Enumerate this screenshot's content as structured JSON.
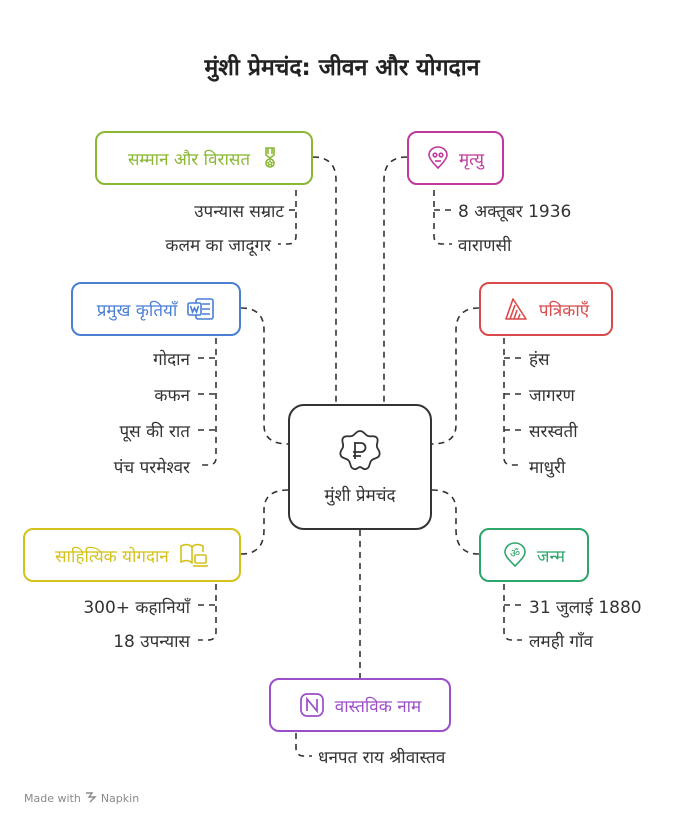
{
  "title": "मुंशी प्रेमचंद: जीवन और योगदान",
  "center": {
    "label": "मुंशी प्रेमचंद",
    "icon": "rupee-flower-icon"
  },
  "colors": {
    "green": "#8ab833",
    "magenta": "#c0399c",
    "blue": "#4a7fd4",
    "red": "#d94b4b",
    "yellow": "#d4c21a",
    "teal": "#2ea66a",
    "purple": "#9b4fc9",
    "line": "#333333"
  },
  "topics": {
    "samman": {
      "label": "सम्मान और विरासत",
      "icon": "medal-icon",
      "items": [
        "उपन्यास सम्राट",
        "कलम का जादूगर"
      ]
    },
    "mrityu": {
      "label": "मृत्यु",
      "icon": "skull-pin-icon",
      "items": [
        "8 अक्तूबर 1936",
        "वाराणसी"
      ]
    },
    "kritiyan": {
      "label": "प्रमुख कृतियाँ",
      "icon": "word-document-icon",
      "items": [
        "गोदान",
        "कफन",
        "पूस की रात",
        "पंच परमेश्वर"
      ]
    },
    "patrikayen": {
      "label": "पत्रिकाएँ",
      "icon": "striped-triangle-icon",
      "items": [
        "हंस",
        "जागरण",
        "सरस्वती",
        "माधुरी"
      ]
    },
    "yogdan": {
      "label": "साहित्यिक योगदान",
      "icon": "book-laptop-icon",
      "items": [
        "300+ कहानियाँ",
        "18 उपन्यास"
      ]
    },
    "janm": {
      "label": "जन्म",
      "icon": "om-pin-icon",
      "items": [
        "31 जुलाई 1880",
        "लमही गाँव"
      ]
    },
    "naam": {
      "label": "वास्तविक नाम",
      "icon": "letter-n-icon",
      "items": [
        "धनपत राय श्रीवास्तव"
      ]
    }
  },
  "footer": {
    "made_with": "Made with",
    "brand": "Napkin"
  }
}
